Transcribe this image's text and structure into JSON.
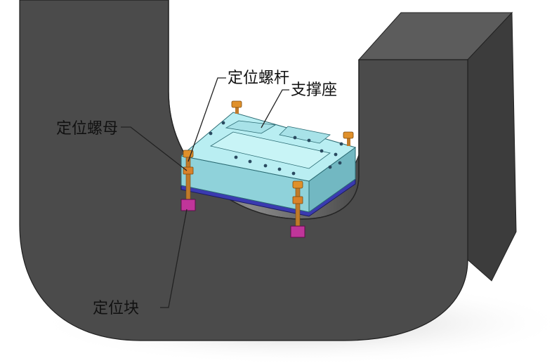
{
  "labels": {
    "positioning_screw": "定位螺杆",
    "support_seat": "支撑座",
    "positioning_nut": "定位螺母",
    "positioning_block": "定位块"
  },
  "colors": {
    "yoke_front": "#4d4d4d",
    "yoke_inner": "#6f6f6f",
    "yoke_top": "#5a5a5a",
    "yoke_side": "#3e3e3e",
    "seat_top": "#b7ecf0",
    "seat_front": "#8fd2da",
    "seat_side": "#76bcc6",
    "base_plate": "#3a3ab0",
    "screw": "#c07a2a",
    "nut_head": "#e0902a",
    "block": "#c0359a",
    "leader_line": "#222222"
  }
}
